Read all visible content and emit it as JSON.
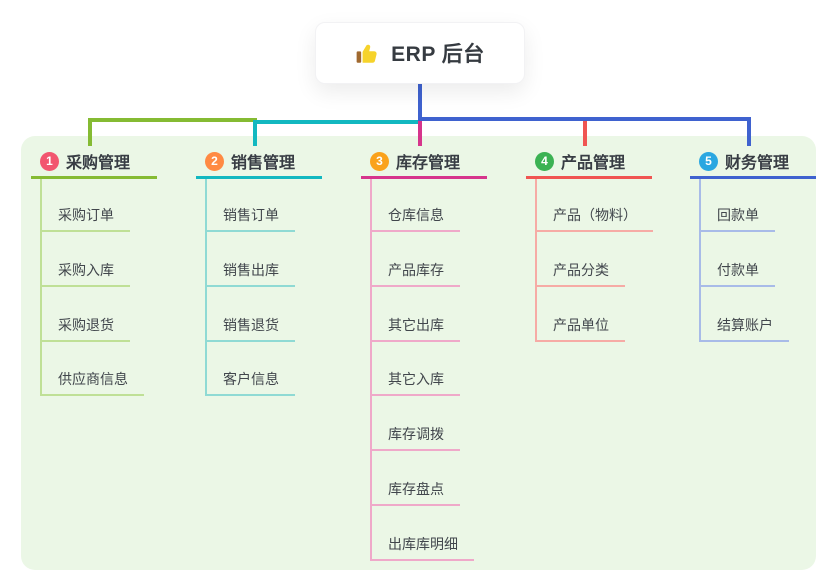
{
  "root": {
    "label": "ERP 后台",
    "icon": "thumbs-up-icon"
  },
  "panel_color": "#ebf7e6",
  "trunk_color": "#3f62cf",
  "text_colors": {
    "title": "#383d44",
    "child": "#41464c",
    "root": "#363b41"
  },
  "branches": [
    {
      "badge": "1",
      "label": "采购管理",
      "badge_color": "#f2566f",
      "line_color": "#85bb33",
      "child_line_color": "#bfe096",
      "children": [
        "采购订单",
        "采购入库",
        "采购退货",
        "供应商信息"
      ]
    },
    {
      "badge": "2",
      "label": "销售管理",
      "badge_color": "#ff8a43",
      "line_color": "#12b8c0",
      "child_line_color": "#8fdad4",
      "children": [
        "销售订单",
        "销售出库",
        "销售退货",
        "客户信息"
      ]
    },
    {
      "badge": "3",
      "label": "库存管理",
      "badge_color": "#faa21b",
      "line_color": "#d6358c",
      "child_line_color": "#efa9c9",
      "children": [
        "仓库信息",
        "产品库存",
        "其它出库",
        "其它入库",
        "库存调拨",
        "库存盘点",
        "出库库明细"
      ]
    },
    {
      "badge": "4",
      "label": "产品管理",
      "badge_color": "#3bb253",
      "line_color": "#f05552",
      "child_line_color": "#f6aba5",
      "children": [
        "产品（物料）",
        "产品分类",
        "产品单位"
      ]
    },
    {
      "badge": "5",
      "label": "财务管理",
      "badge_color": "#2aa7e1",
      "line_color": "#3f62cf",
      "child_line_color": "#a8bbe8",
      "children": [
        "回款单",
        "付款单",
        "结算账户"
      ]
    }
  ]
}
